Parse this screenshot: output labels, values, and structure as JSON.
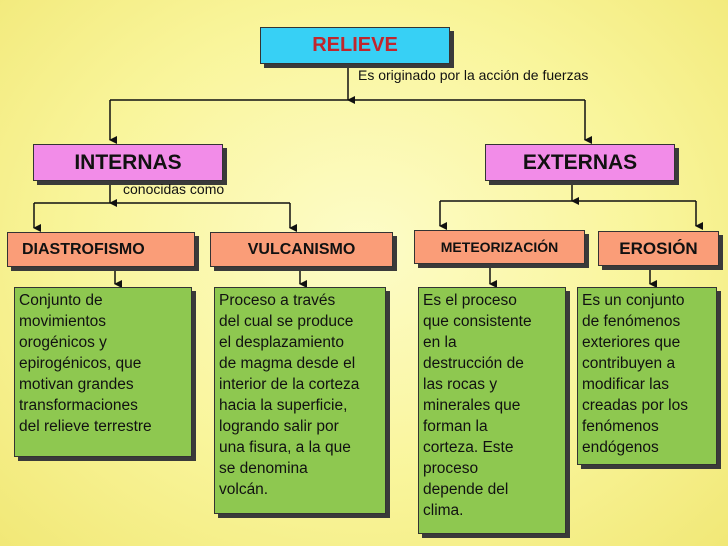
{
  "root": {
    "title": "RELIEVE",
    "edge_label": "Es originado por la acción de fuerzas"
  },
  "internas": {
    "title": "INTERNAS",
    "edge_label": "conocidas como",
    "children": [
      {
        "title": "DIASTROFISMO",
        "description": "Conjunto de\nmovimientos\norogénicos y\nepirogénicos, que\nmotivan grandes\ntransformaciones\ndel relieve terrestre"
      },
      {
        "title": "VULCANISMO",
        "description": "Proceso a través\ndel cual se produce\nel desplazamiento\nde magma desde el\ninterior de la corteza\nhacia la superficie,\nlogrando salir por\nuna fisura, a la que\nse denomina\nvolcán."
      }
    ]
  },
  "externas": {
    "title": "EXTERNAS",
    "children": [
      {
        "title": "METEORIZACIÓN",
        "description": "Es el proceso\nque consistente\nen la\ndestrucción de\nlas rocas y\nminerales que\nforman la\ncorteza. Este\nproceso\ndepende del\nclima."
      },
      {
        "title": "EROSIÓN",
        "description": "Es un conjunto\nde fenómenos\nexteriores que\ncontribuyen a\nmodificar las\ncreadas por los\nfenómenos\nendógenos"
      }
    ]
  }
}
